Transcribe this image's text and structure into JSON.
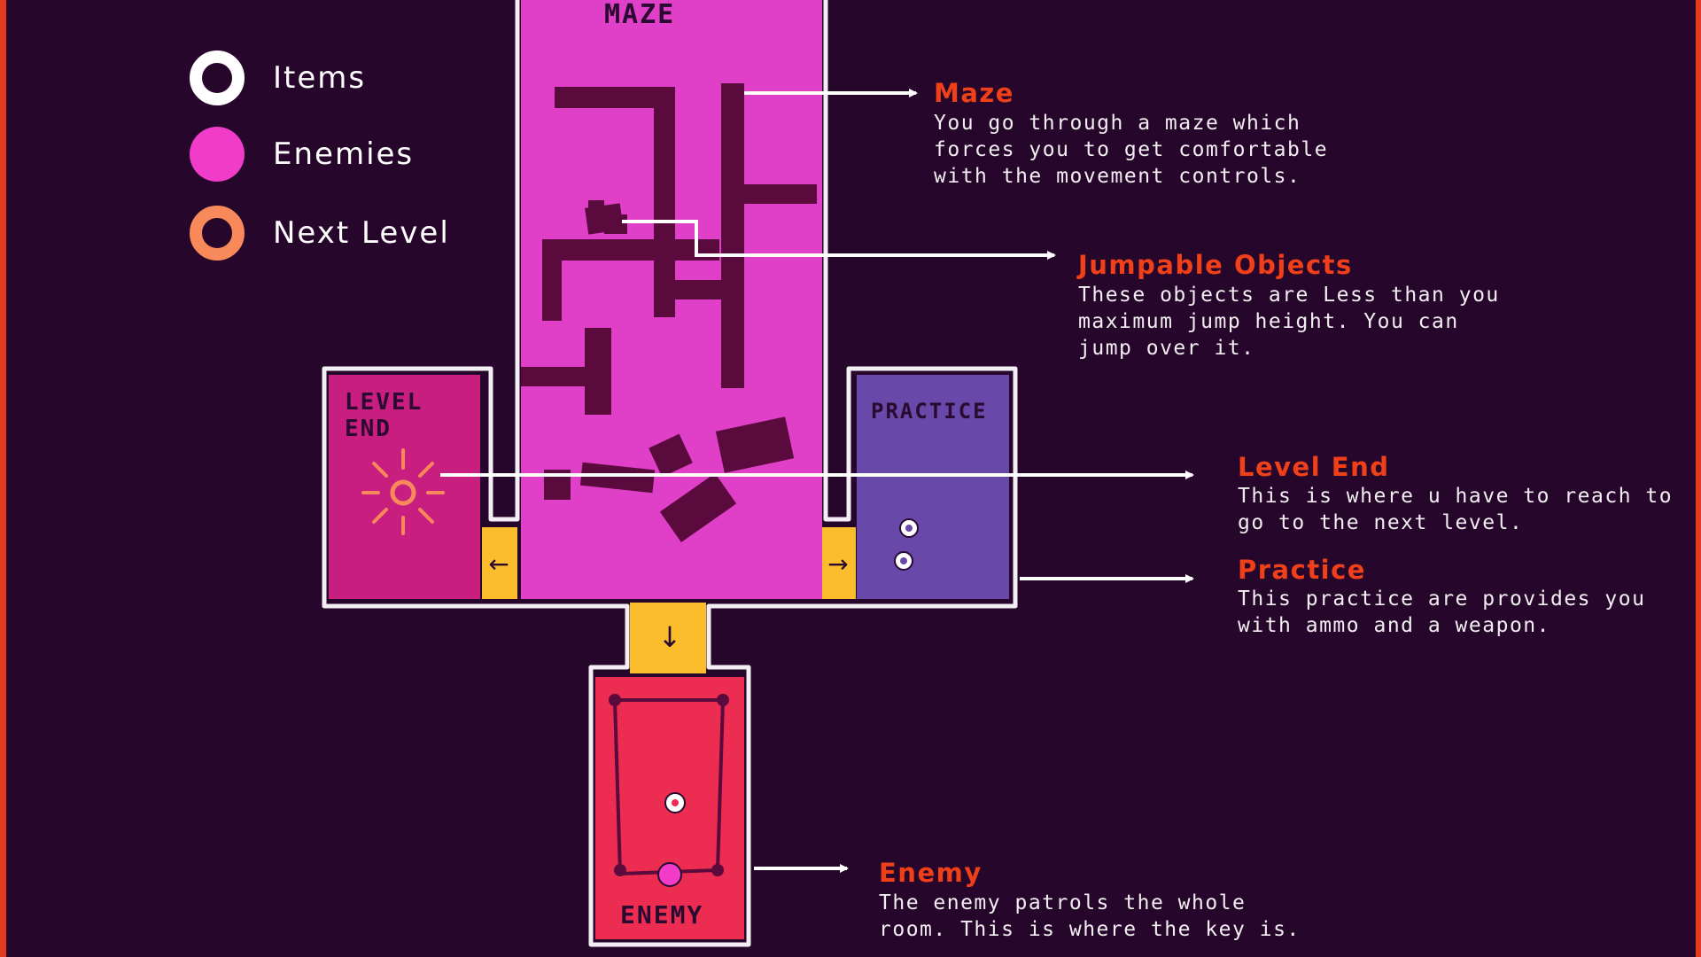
{
  "legend": [
    {
      "label": "Items",
      "marker": "white-ring-icon",
      "color": "#ffffff"
    },
    {
      "label": "Enemies",
      "marker": "pink-dot-icon",
      "color": "#f03cc8"
    },
    {
      "label": "Next Level",
      "marker": "orange-ring-icon",
      "color": "#f8895a"
    }
  ],
  "rooms": {
    "maze": "MAZE",
    "level_end_line1": "LEVEL",
    "level_end_line2": "END",
    "practice": "PRACTICE",
    "enemy": "ENEMY"
  },
  "doors": {
    "left": "←",
    "right": "→",
    "down": "↓"
  },
  "annotations": {
    "maze": {
      "title": "Maze",
      "desc": "You go through a maze which\nforces you to get comfortable\nwith the movement controls."
    },
    "jumpable": {
      "title": "Jumpable Objects",
      "desc": "These objects are Less than you\nmaximum jump height. You can\njump over it."
    },
    "level_end": {
      "title": "Level End",
      "desc": "This is where u have to reach to\ngo to the next level."
    },
    "practice": {
      "title": "Practice",
      "desc": "This practice are provides you\nwith ammo and a weapon."
    },
    "enemy": {
      "title": "Enemy",
      "desc": "The enemy patrols the whole\nroom. This is where the key is."
    }
  },
  "colors": {
    "background": "#27062b",
    "maze_room": "#e040c8",
    "level_end_room": "#c81e80",
    "practice_room": "#6848a8",
    "enemy_room": "#ec2c50",
    "door": "#fbbd2c",
    "accent_title": "#f0401a",
    "wall": "#5a0a3c"
  }
}
